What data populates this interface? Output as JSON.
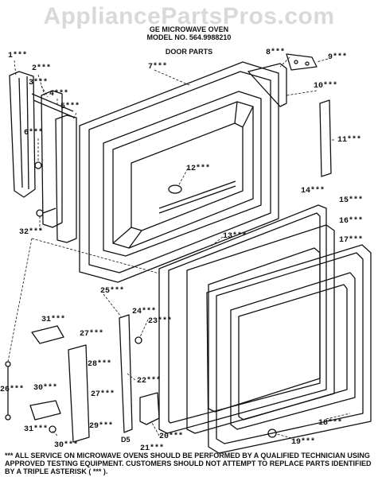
{
  "watermark": "AppliancePartsPros.com",
  "header": {
    "line1": "GE MICROWAVE OVEN",
    "line2": "MODEL NO. 564.9988210",
    "section": "DOOR PARTS"
  },
  "labels": {
    "p1": "1***",
    "p2": "2***",
    "p3": "3***",
    "p4": "4***",
    "p5": "5***",
    "p6": "6***",
    "p7": "7***",
    "p8": "8***",
    "p9": "9***",
    "p10": "10***",
    "p11": "11***",
    "p12": "12***",
    "p13": "13***",
    "p14": "14***",
    "p15": "15***",
    "p16": "16***",
    "p17": "17***",
    "p18": "18***",
    "p19": "19***",
    "p20": "20***",
    "p21": "21***",
    "p22": "22***",
    "p23": "23***",
    "p24": "24***",
    "p25": "25***",
    "p26": "26***",
    "p27a": "27***",
    "p27b": "27***",
    "p28": "28***",
    "p29": "29***",
    "p30a": "30***",
    "p30b": "30***",
    "p31a": "31***",
    "p31b": "31***",
    "p32": "32***"
  },
  "diagram_code": "D5",
  "footer": "*** ALL SERVICE ON MICROWAVE OVENS SHOULD BE PERFORMED BY A QUALIFIED TECHNICIAN USING APPROVED TESTING EQUIPMENT. CUSTOMERS SHOULD NOT ATTEMPT TO REPLACE PARTS IDENTIFIED BY A TRIPLE ASTERISK ( *** )."
}
